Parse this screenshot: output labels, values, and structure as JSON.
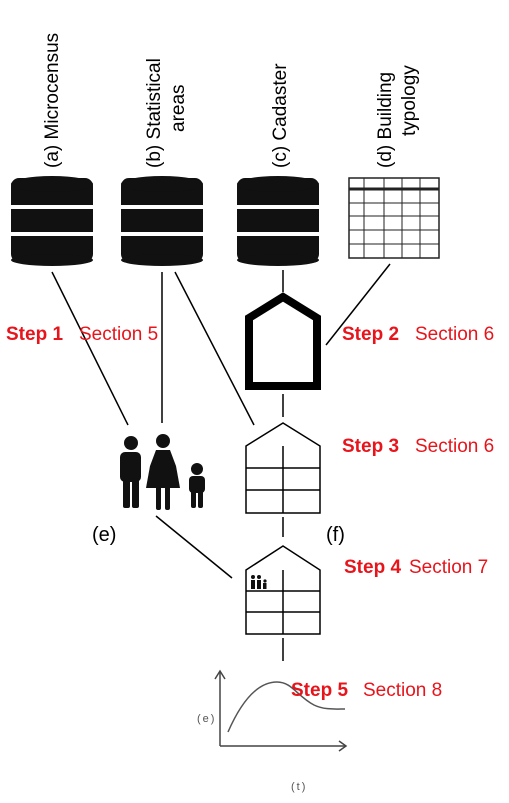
{
  "sources": [
    {
      "letter": "(a)",
      "line1": "Microcensus",
      "line2": ""
    },
    {
      "letter": "(b)",
      "line1": "Statistical",
      "line2": "areas"
    },
    {
      "letter": "(c)",
      "line1": "Cadaster",
      "line2": ""
    },
    {
      "letter": "(d)",
      "line1": "Building",
      "line2": "typology"
    }
  ],
  "steps": [
    {
      "step": "Step 1",
      "section": "Section 5"
    },
    {
      "step": "Step 2",
      "section": "Section 6"
    },
    {
      "step": "Step 3",
      "section": "Section 6"
    },
    {
      "step": "Step 4",
      "section": "Section 7"
    },
    {
      "step": "Step 5",
      "section": "Section 8"
    }
  ],
  "labels": {
    "e": "(e)",
    "f": "(f)"
  },
  "graph": {
    "y_label": "(e)",
    "x_label": "(t)"
  },
  "colors": {
    "accent": "#e8141b",
    "ink": "#000000",
    "axis": "#555555"
  }
}
